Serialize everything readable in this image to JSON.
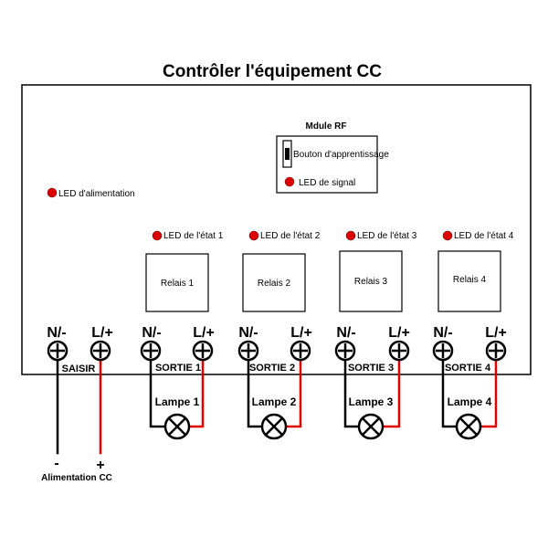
{
  "title": "Contrôler l'équipement CC",
  "rf_module": {
    "label": "Mdule RF",
    "learn_button": "Bouton d'apprentissage",
    "signal_led": "LED de signal"
  },
  "power_led": "LED d'alimentation",
  "channels": [
    {
      "status_led": "LED de l'état 1",
      "relay": "Relais 1",
      "output": "SORTIE 1",
      "lamp": "Lampe 1"
    },
    {
      "status_led": "LED de l'état 2",
      "relay": "Relais 2",
      "output": "SORTIE 2",
      "lamp": "Lampe 2"
    },
    {
      "status_led": "LED de l'état 3",
      "relay": "Relais 3",
      "output": "SORTIE 3",
      "lamp": "Lampe 3"
    },
    {
      "status_led": "LED de l'état 4",
      "relay": "Relais 4",
      "output": "SORTIE 4",
      "lamp": "Lampe 4"
    }
  ],
  "input_terminal": "SAISIR",
  "terminal_neg": "N/-",
  "terminal_pos": "L/+",
  "supply": {
    "minus": "-",
    "plus": "+",
    "label": "Alimentation CC"
  },
  "colors": {
    "led": "#dd0000",
    "wire_positive": "#e00000",
    "wire_negative": "#000000"
  }
}
